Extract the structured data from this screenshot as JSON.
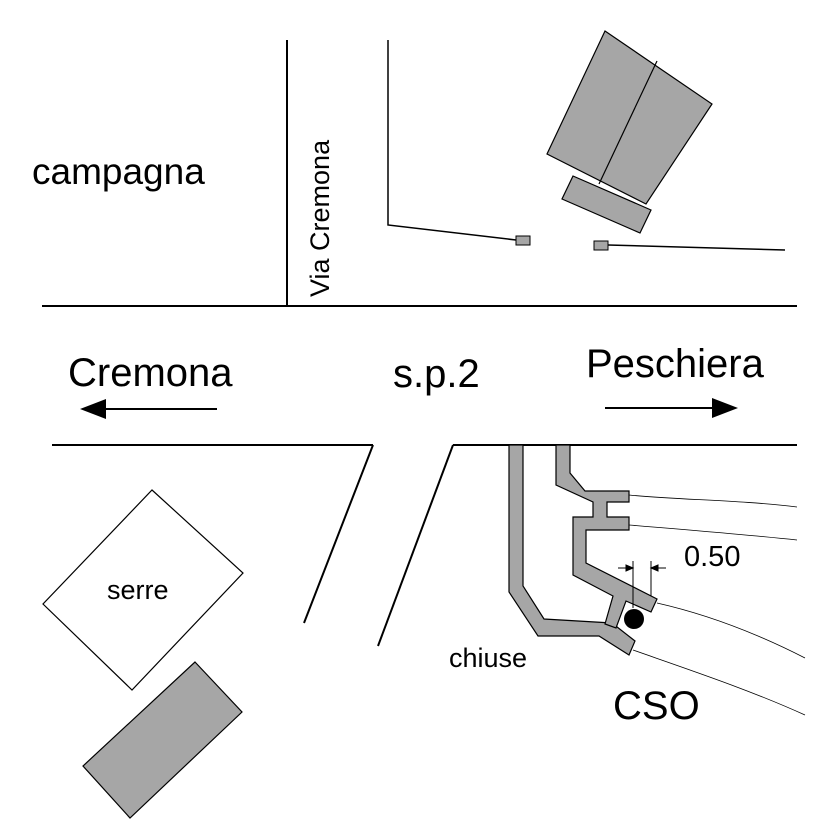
{
  "labels": {
    "campagna": "campagna",
    "via_cremona": "Via Cremona",
    "cremona": "Cremona",
    "road": "s.p.2",
    "peschiera": "Peschiera",
    "serre": "serre",
    "chiuse": "chiuse",
    "cso": "CSO",
    "dimension": "0.50"
  },
  "colors": {
    "line": "#000000",
    "building_fill": "#a6a6a6",
    "background": "#ffffff"
  }
}
